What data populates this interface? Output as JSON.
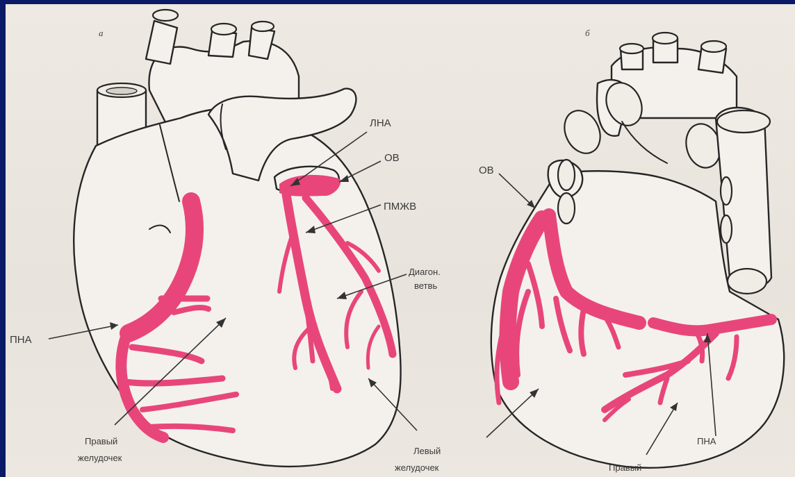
{
  "panels": {
    "left": "а",
    "right": "б"
  },
  "labels": {
    "lna": "ЛНА",
    "ov_left": "ОВ",
    "pmzhv": "ПМЖВ",
    "diagon_line1": "Диагон.",
    "diagon_line2": "ветвь",
    "pna_left": "ПНА",
    "right_ventricle_left_line1": "Правый",
    "right_ventricle_left_line2": "желудочек",
    "left_ventricle_line1": "Левый",
    "left_ventricle_line2": "желудочек",
    "ov_right": "ОВ",
    "pna_right": "ПНА",
    "right_ventricle_right_line1": "Правый"
  },
  "colors": {
    "border": "#0b1a66",
    "paper": "#ece7e0",
    "vessel": "#e8467a",
    "ink": "#262626"
  }
}
